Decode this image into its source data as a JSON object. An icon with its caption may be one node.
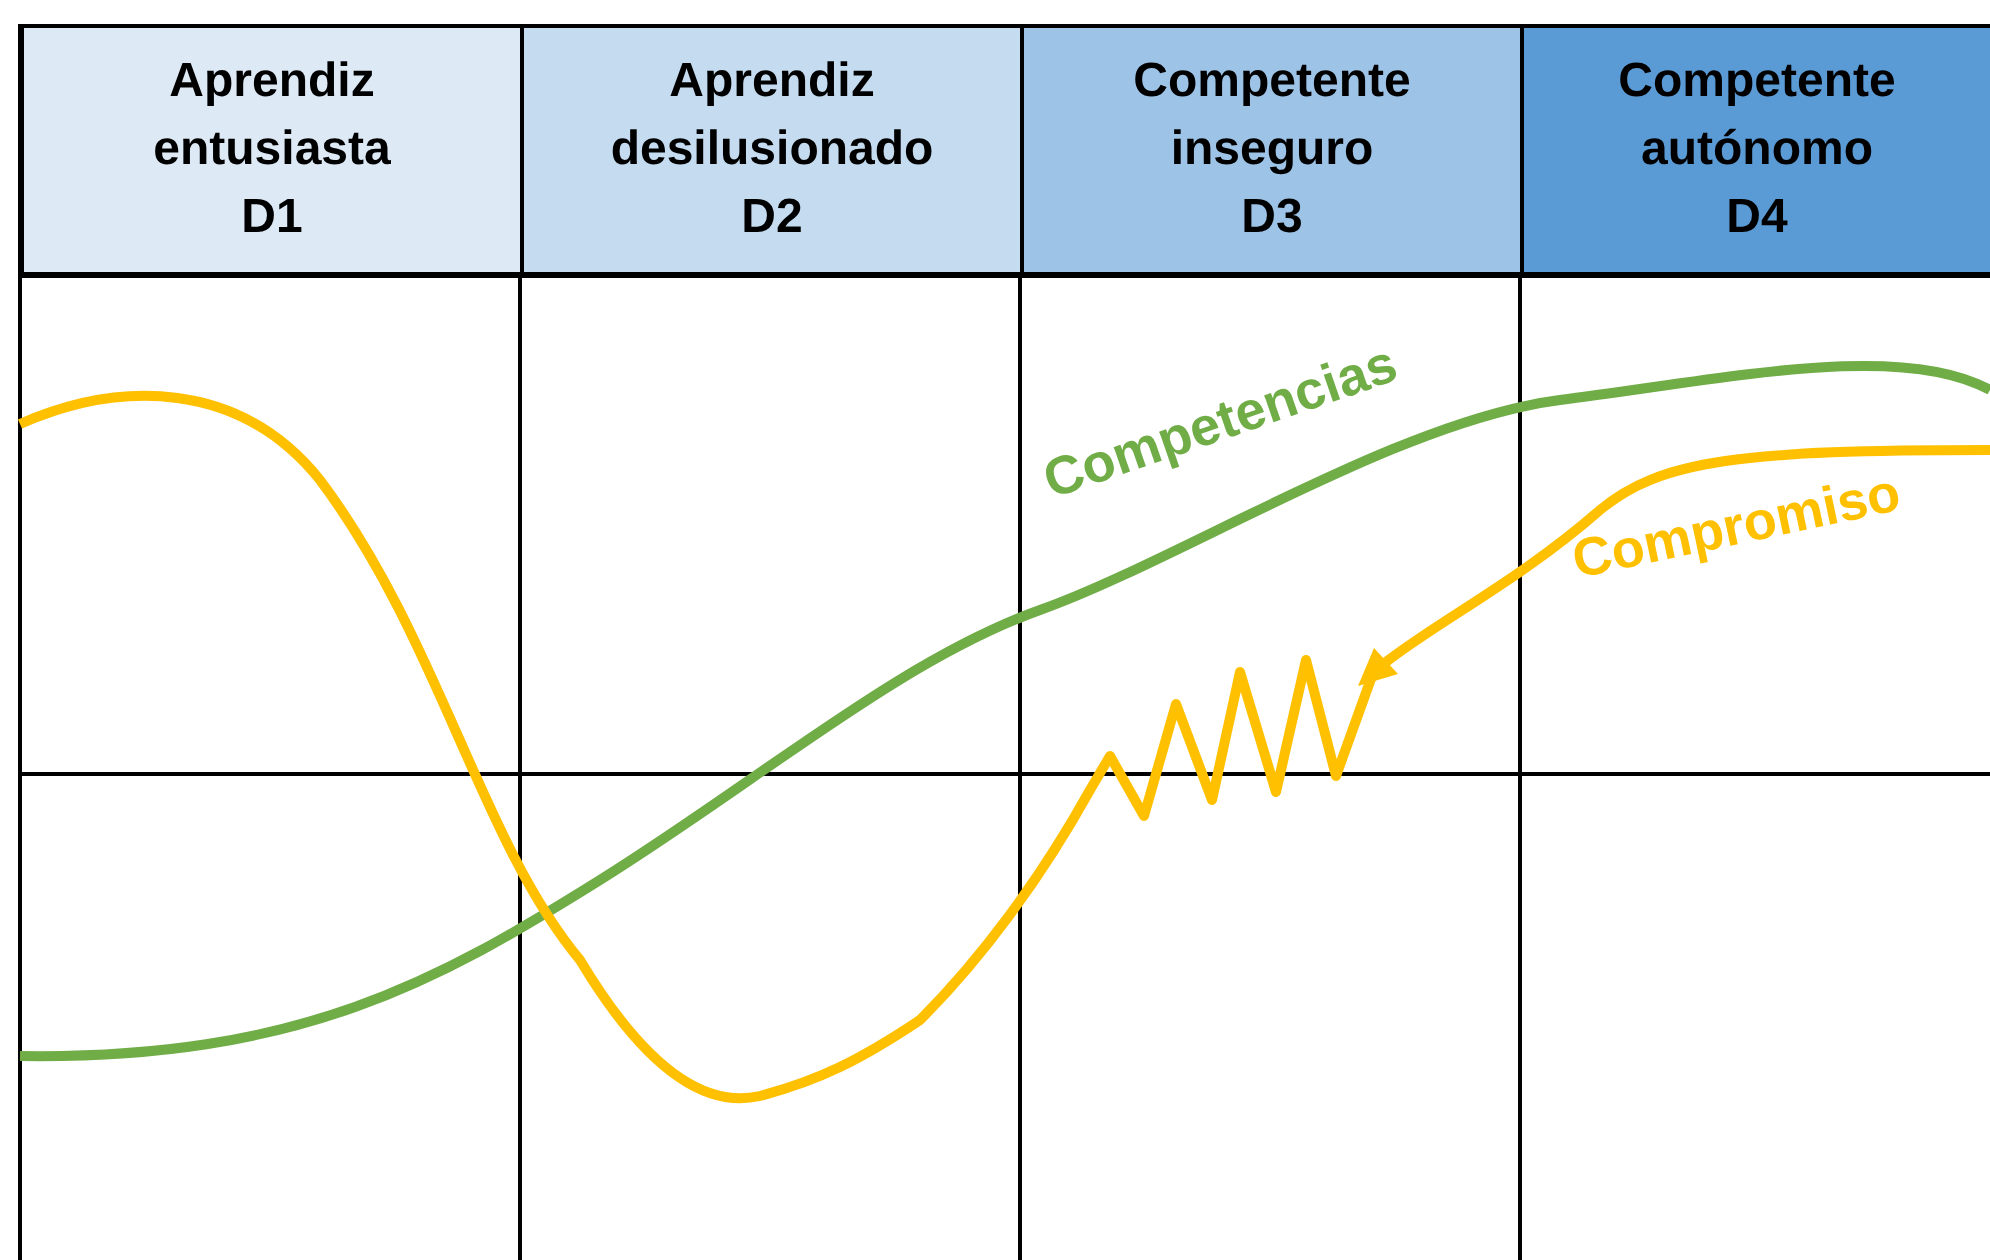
{
  "diagram": {
    "nodes": [
      {
        "text": [
          "Aprendiz entusiasta",
          "D1"
        ]
      },
      {
        "text": [
          "Aprendiz desilusionado",
          "D2"
        ]
      },
      {
        "text": [
          "Competente inseguro",
          "D3"
        ]
      },
      {
        "text": [
          "Competente autónomo",
          "D4"
        ]
      }
    ],
    "labels": [
      "Competencias",
      "Compromiso"
    ]
  }
}
